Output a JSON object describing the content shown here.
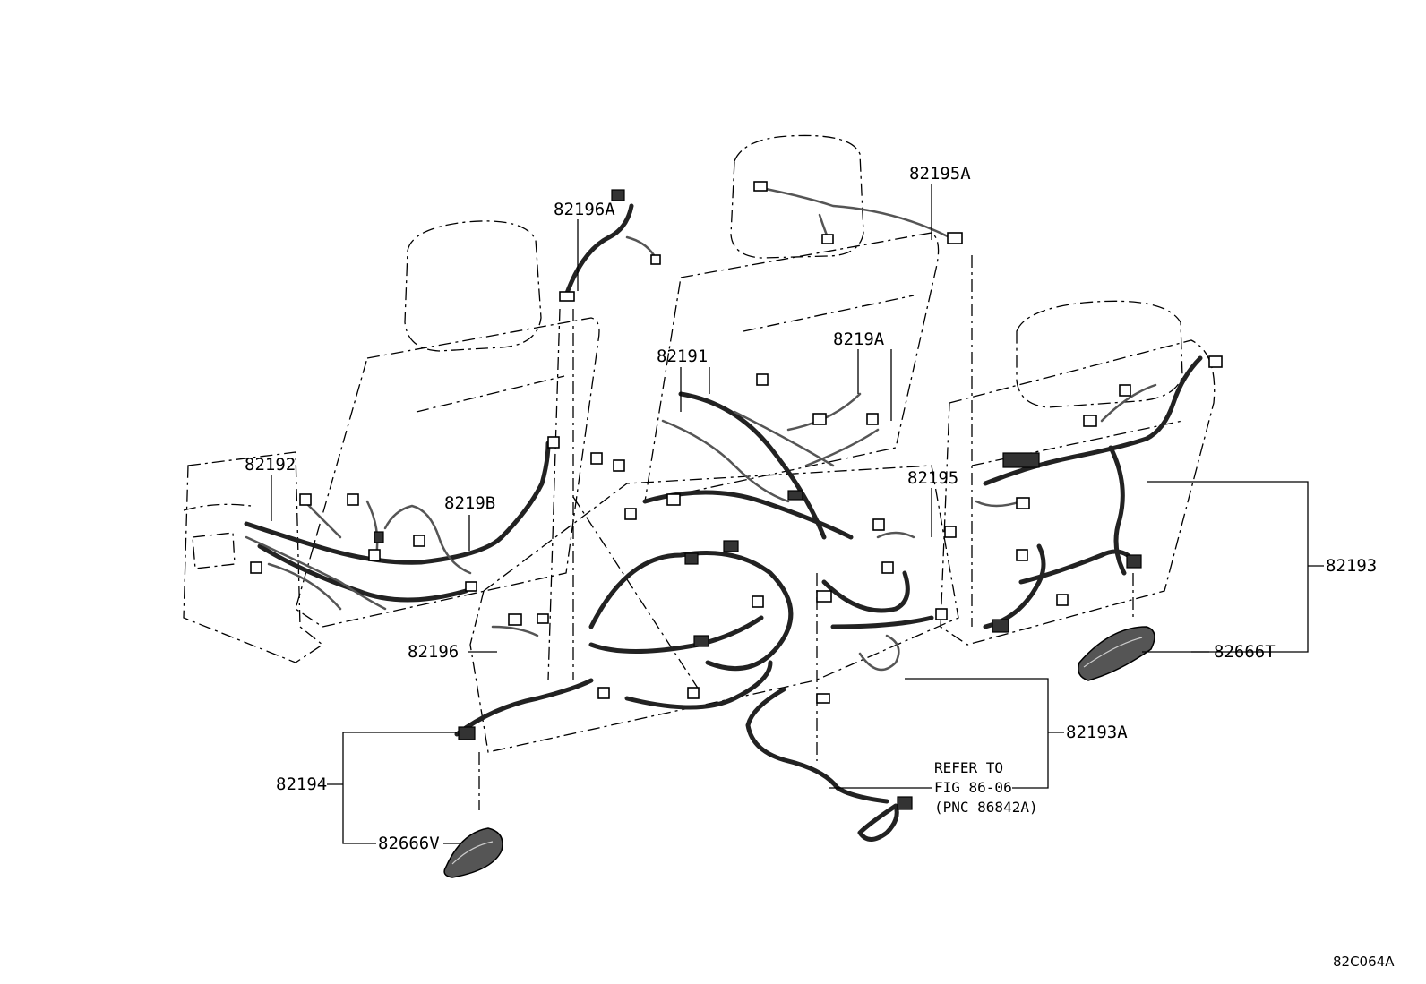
{
  "diagram": {
    "labels": {
      "p82196A": "82196A",
      "p82195A": "82195A",
      "p82191": "82191",
      "p8219A": "8219A",
      "p82192": "82192",
      "p8219B": "8219B",
      "p82195": "82195",
      "p82193": "82193",
      "p82196": "82196",
      "p82666T": "82666T",
      "p82193A": "82193A",
      "p82194": "82194",
      "p82666V": "82666V"
    },
    "refer_note": {
      "line1": "REFER TO",
      "line2": "FIG 86-06",
      "line3": "(PNC 86842A)"
    },
    "figure_code": "82C064A"
  }
}
